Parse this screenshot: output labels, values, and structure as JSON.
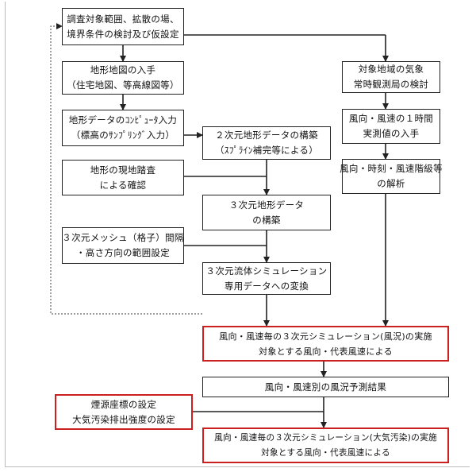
{
  "flowchart": {
    "boxes": {
      "survey_scope": [
        "調査対象範囲、拡散の場、",
        "境界条件の検討及び仮設定"
      ],
      "topo_map": [
        "地形地図の入手",
        "（住宅地図、等高線図等）"
      ],
      "topo_input": [
        "地形データのｺﾝﾋﾟｭｰﾀ入力",
        "（標高のｻﾝﾌﾟﾘﾝｸﾞ入力）"
      ],
      "topo_2d": [
        "２次元地形データの構築",
        "（ｽﾌﾟﾗｲﾝ補完等による）"
      ],
      "field_survey": [
        "地形の現地踏査",
        "による確認"
      ],
      "topo_3d": [
        "３次元地形データ",
        "の構築"
      ],
      "mesh_setting": [
        "３次元メッシュ（格子）間隔",
        "・高さ方向の範囲設定"
      ],
      "cfd_convert": [
        "３次元流体シミュレーション",
        "専用データへの変換"
      ],
      "weather_station": [
        "対象地域の気象",
        "常時観測局の検討"
      ],
      "wind_data": [
        "風向・風速の１時間",
        "実測値の入手"
      ],
      "wind_analysis": [
        "風向・時刻・風速階級等",
        "の解析"
      ],
      "sim_wind": [
        "風向・風速毎の３次元シミュレーション(風況)の実施",
        "対象とする風向・代表風速による"
      ],
      "wind_result": [
        "風向・風速別の風況予測結果"
      ],
      "source_setting": [
        "煙源座標の設定",
        "大気汚染排出強度の設定"
      ],
      "sim_pollution": [
        "風向・風速毎の３次元シミュレーション(大気汚染)の実施",
        "対象とする風向・代表風速による"
      ]
    },
    "colors": {
      "line": "#222222",
      "highlight": "#cc1f1f",
      "feedback": "#666666"
    }
  }
}
